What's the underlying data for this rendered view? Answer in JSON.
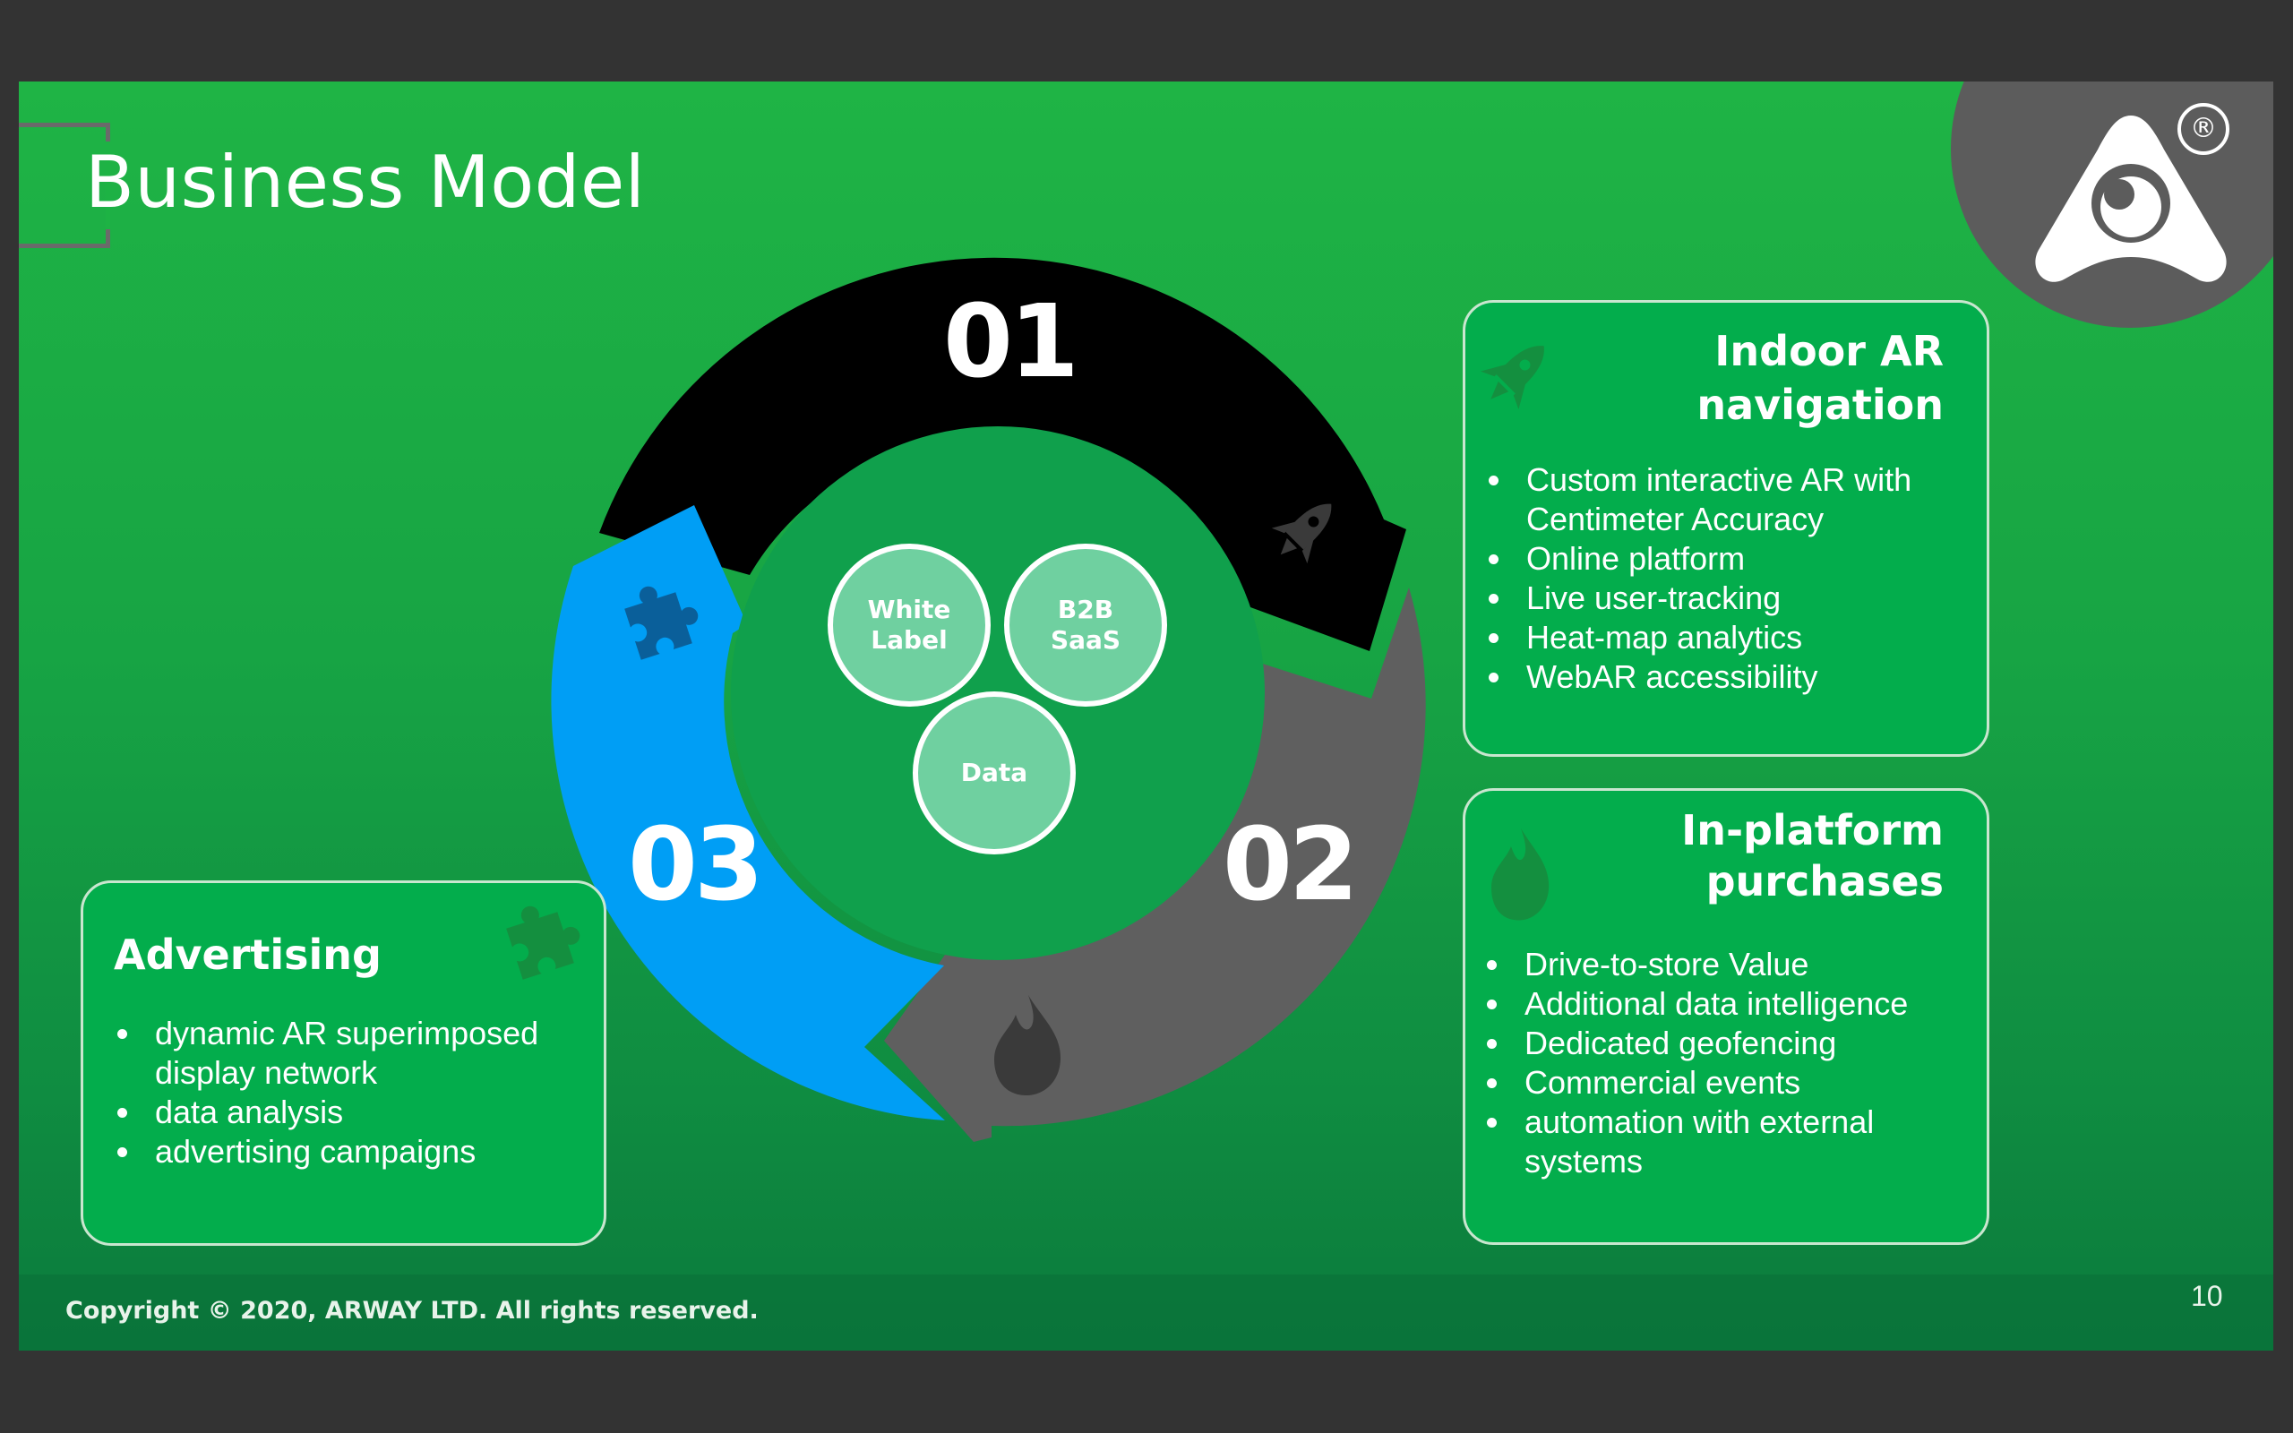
{
  "slide": {
    "title": "Business Model",
    "copyright": "Copyright © 2020, ARWAY LTD. All rights reserved.",
    "page_number": "10"
  },
  "logo": {
    "name": "arway-logo",
    "registered_mark": "®"
  },
  "cycle": {
    "segments": [
      {
        "number": "01",
        "color": "#000000",
        "icon": "rocket-icon"
      },
      {
        "number": "02",
        "color": "#5f5f5f",
        "icon": "flame-icon"
      },
      {
        "number": "03",
        "color": "#009ef5",
        "icon": "puzzle-icon"
      }
    ],
    "center_bubbles": [
      {
        "label": "White\nLabel"
      },
      {
        "label": "B2B\nSaaS"
      },
      {
        "label": "Data"
      }
    ]
  },
  "cards": {
    "indoor_nav": {
      "title": "Indoor AR navigation",
      "icon": "rocket-icon",
      "items": [
        "Custom interactive AR with Centimeter Accuracy",
        "Online platform",
        "Live user-tracking",
        "Heat-map analytics",
        "WebAR accessibility"
      ]
    },
    "in_platform": {
      "title": "In-platform purchases",
      "icon": "flame-icon",
      "items": [
        "Drive-to-store Value",
        "Additional data intelligence",
        "Dedicated geofencing",
        "Commercial events",
        "automation with external systems"
      ]
    },
    "advertising": {
      "title": "Advertising",
      "icon": "puzzle-icon",
      "items": [
        "dynamic AR superimposed display network",
        "data analysis",
        "advertising campaigns"
      ]
    }
  },
  "colors": {
    "background_top": "#1fb445",
    "background_bottom": "#0b7a3c",
    "card_fill": "#03ad4c",
    "card_border": "#c9e6cf",
    "bubble_fill": "#6fd0a0",
    "inner_circle": "#10a04c"
  }
}
